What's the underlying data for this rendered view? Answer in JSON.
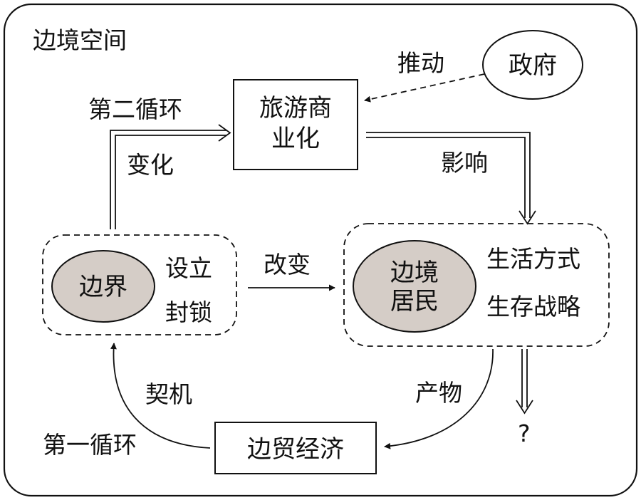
{
  "frame_title": "边境空间",
  "nodes": {
    "tourism_line1": "旅游商",
    "tourism_line2": "业化",
    "government": "政府",
    "border": "边界",
    "border_attr_1": "设立",
    "border_attr_2": "封锁",
    "residents_line1": "边境",
    "residents_line2": "居民",
    "residents_attr_1": "生活方式",
    "residents_attr_2": "生存战略",
    "border_trade": "边贸经济"
  },
  "edges": {
    "push": "推动",
    "influence": "影响",
    "change": "改变",
    "transform": "变化",
    "product": "产物",
    "opportunity": "契机",
    "question": "?"
  },
  "loops": {
    "second": "第二循环",
    "first": "第一循环"
  },
  "colors": {
    "stroke": "#111111",
    "ellipse_fill": "#d5cdc7",
    "background": "#ffffff"
  }
}
